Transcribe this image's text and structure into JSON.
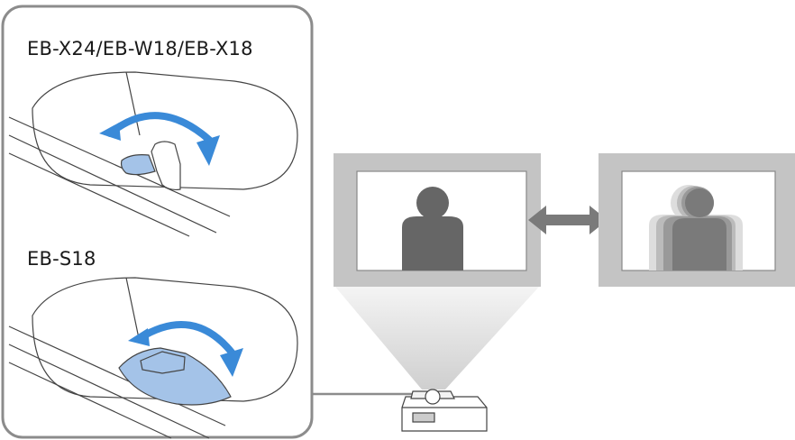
{
  "models": {
    "top_label": "EB-X24/EB-W18/EB-X18",
    "bottom_label": "EB-S18"
  },
  "colors": {
    "panel_border": "#8c8c8c",
    "screen_frame": "#c4c4c4",
    "person": "#666666",
    "ring_blue": "#a4c3e8",
    "arrow_blue": "#3a8ad8",
    "light_beam": "#e8e8e8",
    "line_art": "#444444"
  },
  "icons": [
    "focus-ring-icon",
    "rotation-arrow-icon",
    "double-arrow-icon",
    "projector-icon",
    "person-silhouette-icon"
  ],
  "screens": {
    "left_state": "in-focus",
    "right_state": "blurred"
  }
}
